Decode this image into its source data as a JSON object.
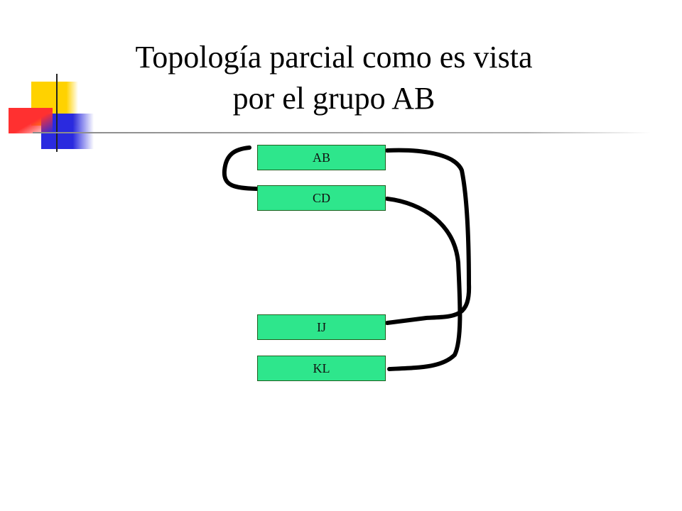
{
  "title": {
    "line1": "Topología parcial como es vista",
    "line2": "por el grupo AB"
  },
  "colors": {
    "node_fill": "#2ee68c",
    "connector": "#000000",
    "accent_yellow": "#ffd200",
    "accent_red": "#ff3b3b",
    "accent_blue": "#2a2adf",
    "rule_gray": "#9a9a9a"
  },
  "nodes": [
    {
      "id": "ab",
      "label": "AB"
    },
    {
      "id": "cd",
      "label": "CD"
    },
    {
      "id": "ij",
      "label": "IJ"
    },
    {
      "id": "kl",
      "label": "KL"
    }
  ],
  "connections": [
    {
      "from": "AB",
      "to": "CD"
    },
    {
      "from": "AB",
      "to": "IJ"
    },
    {
      "from": "CD",
      "to": "KL"
    }
  ]
}
